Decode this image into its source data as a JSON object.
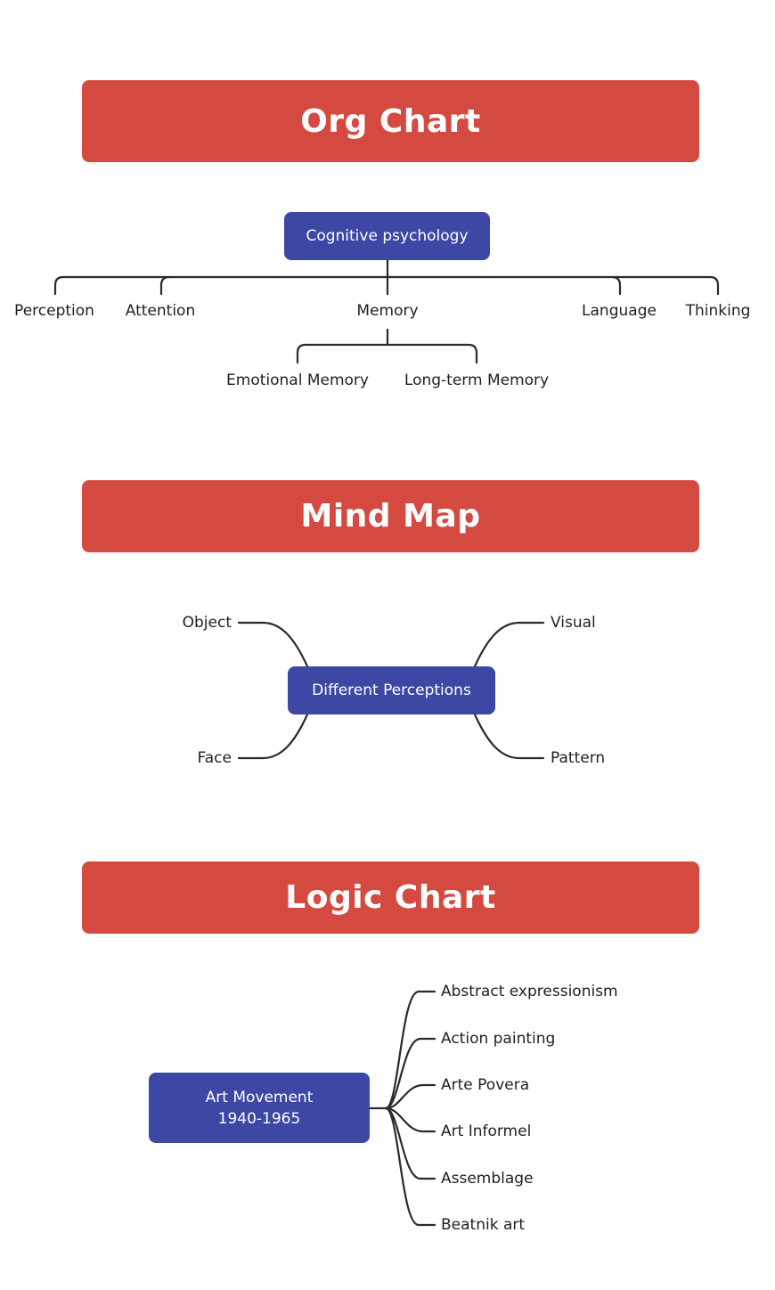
{
  "colors": {
    "banner": "#d44a40",
    "node": "#3c48a3",
    "line": "#2a2a2a",
    "text": "#1f1f1f"
  },
  "org_chart": {
    "title": "Org Chart",
    "root": "Cognitive psychology",
    "children": [
      "Perception",
      "Attention",
      "Memory",
      "Language",
      "Thinking"
    ],
    "memory_children": [
      "Emotional Memory",
      "Long-term Memory"
    ]
  },
  "mind_map": {
    "title": "Mind Map",
    "center": "Different Perceptions",
    "branches": [
      "Object",
      "Visual",
      "Face",
      "Pattern"
    ]
  },
  "logic_chart": {
    "title": "Logic Chart",
    "root_line1": "Art Movement",
    "root_line2": "1940-1965",
    "children": [
      "Abstract expressionism",
      "Action painting",
      "Arte Povera",
      "Art Informel",
      "Assemblage",
      "Beatnik art"
    ]
  }
}
